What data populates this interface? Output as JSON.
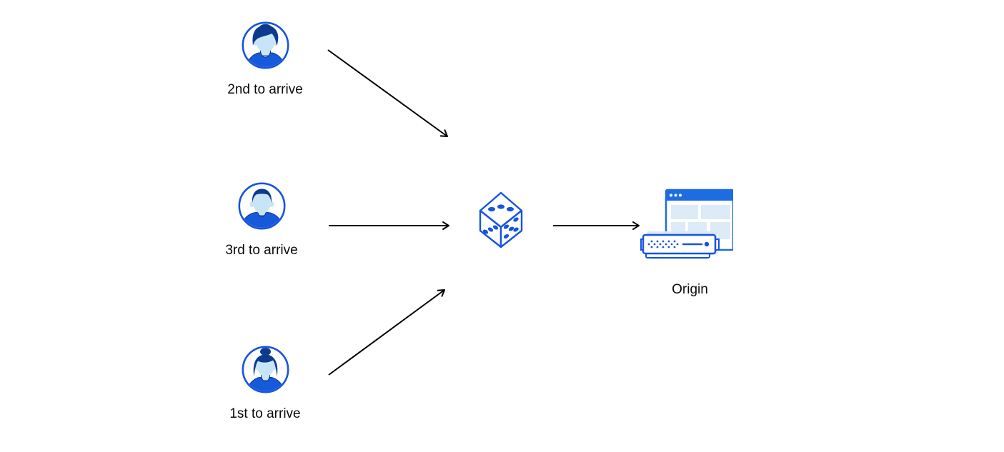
{
  "diagram": {
    "clients": [
      {
        "label": "2nd to arrive",
        "icon": "user-avatar-man-swept-hair-icon"
      },
      {
        "label": "3rd to arrive",
        "icon": "user-avatar-man-short-hair-icon"
      },
      {
        "label": "1st to arrive",
        "icon": "user-avatar-woman-bun-icon"
      }
    ],
    "randomizer": {
      "icon": "dice-icon"
    },
    "origin": {
      "label": "Origin",
      "icon": "origin-server-icon"
    },
    "arrows": [
      {
        "from": "client-2nd-to-arrive",
        "to": "dice"
      },
      {
        "from": "client-3rd-to-arrive",
        "to": "dice"
      },
      {
        "from": "client-1st-to-arrive",
        "to": "dice"
      },
      {
        "from": "dice",
        "to": "origin"
      }
    ],
    "colors": {
      "background": "#ffffff",
      "icon_outline_blue": "#1654e0",
      "hair_navy": "#0c3b8d",
      "shirt_blue": "#1659da",
      "skin_light_blue": "#c8e5f8",
      "browser_bar_blue": "#1d6ce2",
      "panel_light_blue": "#ddebf8",
      "server_glow_blue": "#d6eafb",
      "arrow_black": "#000000",
      "label_text": "#0a0a0a"
    }
  }
}
